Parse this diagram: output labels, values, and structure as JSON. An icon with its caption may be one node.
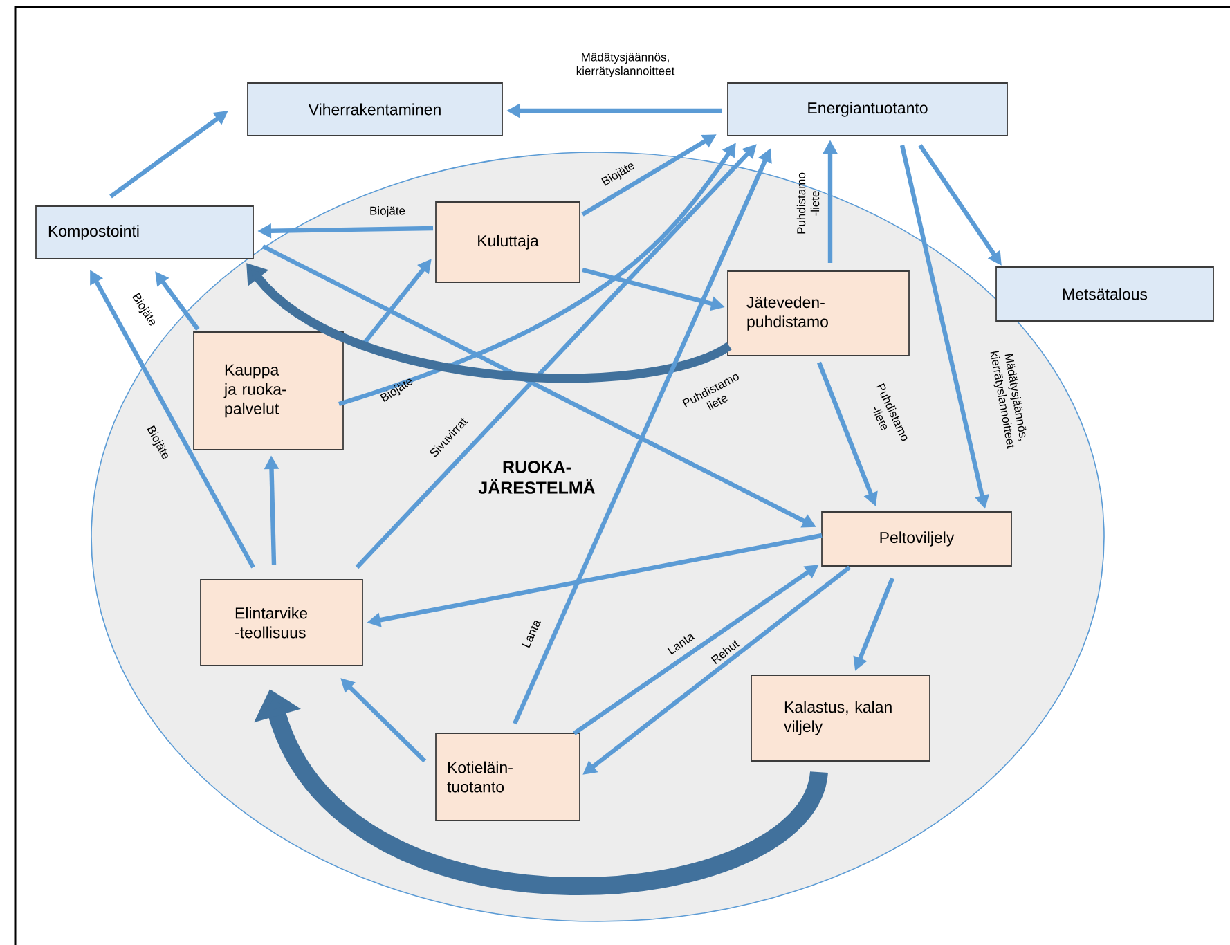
{
  "diagram": {
    "nodes": [
      {
        "text": [
          "RUOKA-JÄRESTELMÄ"
        ]
      },
      {
        "text": [
          "Viherrakentaminen"
        ]
      },
      {
        "text": [
          "Energiantuotanto"
        ]
      },
      {
        "text": [
          "Kompostointi"
        ]
      },
      {
        "text": [
          "Kuluttaja"
        ],
        "in": 0
      },
      {
        "text": [
          "Jäteveden-puhdistamo"
        ],
        "in": 0
      },
      {
        "text": [
          "Metsätalous"
        ]
      },
      {
        "text": [
          "Kauppa ja ruoka-palvelut"
        ],
        "in": 0
      },
      {
        "text": [
          "Peltoviljely"
        ],
        "in": 0
      },
      {
        "text": [
          "Elintarvike -teollisuus"
        ],
        "in": 0
      },
      {
        "text": [
          "Kalastus, kalan viljely"
        ],
        "in": 0
      },
      {
        "text": [
          "Kotieläin-tuotanto"
        ],
        "in": 0
      }
    ],
    "edges": [
      {
        "from": 2,
        "to": 1,
        "arrow": "to",
        "label": "Mädätysjäännös, kierrätyslannoitteet"
      },
      {
        "from": 3,
        "to": 1,
        "arrow": "to"
      },
      {
        "from": 4,
        "to": 3,
        "arrow": "to",
        "label": "Biojäte"
      },
      {
        "from": 4,
        "to": 2,
        "arrow": "to",
        "label": "Biojäte"
      },
      {
        "from": 4,
        "to": 5,
        "arrow": "to"
      },
      {
        "from": 7,
        "to": 4,
        "arrow": "to"
      },
      {
        "from": 7,
        "to": 2,
        "arrow": "to",
        "label": "Biojäte"
      },
      {
        "from": 7,
        "to": 3,
        "arrow": "to",
        "label": "Biojäte"
      },
      {
        "from": 9,
        "to": 3,
        "arrow": "to",
        "label": "Biojäte"
      },
      {
        "from": 9,
        "to": 7,
        "arrow": "to"
      },
      {
        "from": 9,
        "to": 2,
        "arrow": "to",
        "label": "Sivuvirrat"
      },
      {
        "from": 3,
        "to": 8,
        "arrow": "to"
      },
      {
        "from": 5,
        "to": 2,
        "arrow": "to",
        "label": "Puhdistamo -liete"
      },
      {
        "from": 5,
        "to": 8,
        "arrow": "to",
        "label": "Puhdistamo -liete"
      },
      {
        "from": 5,
        "to": 3,
        "arrow": "to",
        "label": "Puhdistamo liete",
        "style": "thick",
        "color": "#41719c"
      },
      {
        "from": 2,
        "to": 6,
        "arrow": "to"
      },
      {
        "from": 2,
        "to": 8,
        "arrow": "to",
        "label": "Mädätysjäännös, kierrätyslannoitteet"
      },
      {
        "from": 8,
        "to": 9,
        "arrow": "to"
      },
      {
        "from": 11,
        "to": 8,
        "arrow": "to",
        "label": "Lanta"
      },
      {
        "from": 8,
        "to": 11,
        "arrow": "to",
        "label": "Rehut"
      },
      {
        "from": 8,
        "to": 10,
        "arrow": "to"
      },
      {
        "from": 11,
        "to": 9,
        "arrow": "to"
      },
      {
        "from": 11,
        "to": 2,
        "arrow": "to",
        "label": "Lanta"
      },
      {
        "from": 10,
        "to": 9,
        "arrow": "to",
        "style": "thick",
        "color": "#41719c"
      }
    ]
  }
}
